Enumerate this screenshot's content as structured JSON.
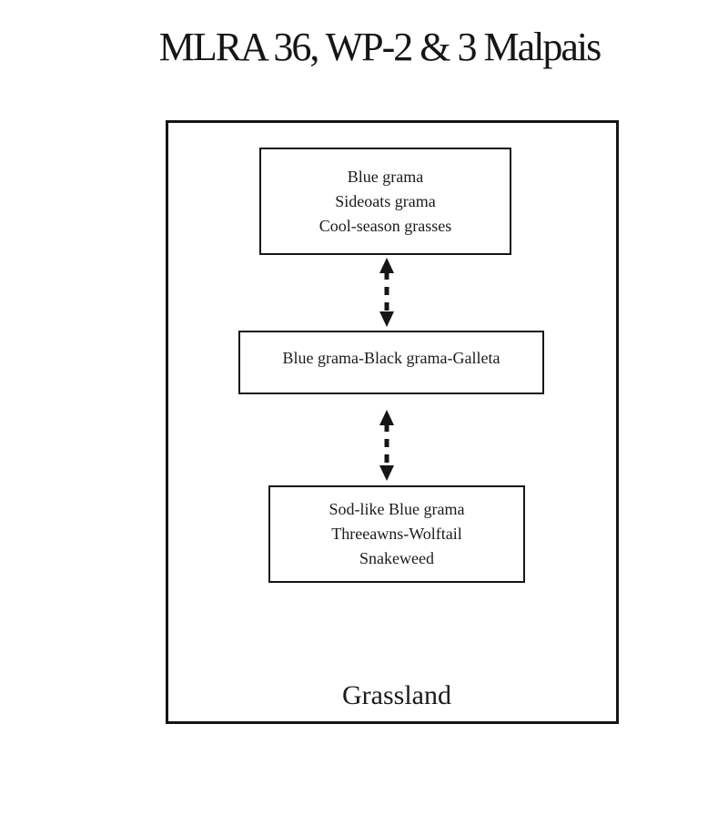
{
  "title": "MLRA 36, WP-2 & 3 Malpais",
  "diagram": {
    "outer_label": "Grassland",
    "boxes": [
      {
        "name": "historic-climax-community",
        "lines": [
          "Blue grama",
          "Sideoats grama",
          "Cool-season grasses"
        ]
      },
      {
        "name": "mid-state-community",
        "lines": [
          "Blue grama-Black grama-Galleta"
        ]
      },
      {
        "name": "degraded-community",
        "lines": [
          "Sod-like Blue grama",
          "Threeawns-Wolftail",
          "Snakeweed"
        ]
      }
    ],
    "arrows": [
      {
        "type": "double-headed-dashed",
        "from": "historic-climax-community",
        "to": "mid-state-community"
      },
      {
        "type": "double-headed-dashed",
        "from": "mid-state-community",
        "to": "degraded-community"
      }
    ],
    "colors": {
      "border": "#161616",
      "text": "#1b1b1b",
      "background": "#ffffff"
    }
  }
}
